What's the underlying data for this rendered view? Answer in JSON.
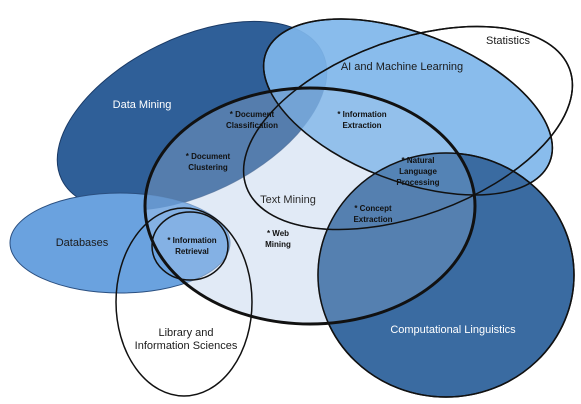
{
  "fields": {
    "statistics": "Statistics",
    "ai_ml": "AI and Machine Learning",
    "data_mining": "Data Mining",
    "databases": "Databases",
    "library": [
      "Library and",
      "Information Sciences"
    ],
    "comp_ling": "Computational Linguistics",
    "text_mining": "Text Mining"
  },
  "topics": {
    "document_classification": [
      "* Document",
      "Classification"
    ],
    "information_extraction": [
      "* Information",
      "Extraction"
    ],
    "document_clustering": [
      "* Document",
      "Clustering"
    ],
    "nlp": [
      "* Natural",
      "Language",
      "Processing"
    ],
    "concept_extraction": [
      "* Concept",
      "Extraction"
    ],
    "information_retrieval": [
      "* Information",
      "Retrieval"
    ],
    "web_mining": [
      "* Web",
      "Mining"
    ]
  },
  "colors": {
    "data_mining": "#2f5f98",
    "ai_ml": "#7fb6ea",
    "databases": "#6aa2df",
    "comp_ling": "#3a6ba1",
    "text_mining": "#c8d8ee",
    "outline": "#111111"
  }
}
